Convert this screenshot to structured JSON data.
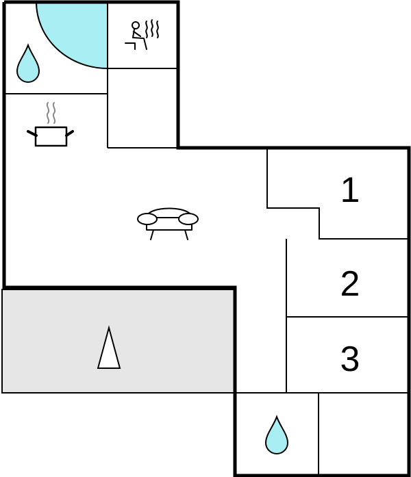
{
  "floorplan": {
    "rooms": [
      {
        "id": "bedroom-1",
        "label": "1"
      },
      {
        "id": "bedroom-2",
        "label": "2"
      },
      {
        "id": "bedroom-3",
        "label": "3"
      }
    ],
    "icons": [
      {
        "name": "water-drop-icon",
        "meaning": "bathroom"
      },
      {
        "name": "sauna-icon",
        "meaning": "sauna"
      },
      {
        "name": "cooking-pot-icon",
        "meaning": "kitchen"
      },
      {
        "name": "sofa-icon",
        "meaning": "living room"
      },
      {
        "name": "tent-icon",
        "meaning": "terrace"
      },
      {
        "name": "water-drop-icon",
        "meaning": "bathroom"
      }
    ],
    "colors": {
      "wall": "#000000",
      "hot_tub": "#a8eef2",
      "terrace": "#e6e6e6",
      "drop": "#a8eef2"
    }
  }
}
